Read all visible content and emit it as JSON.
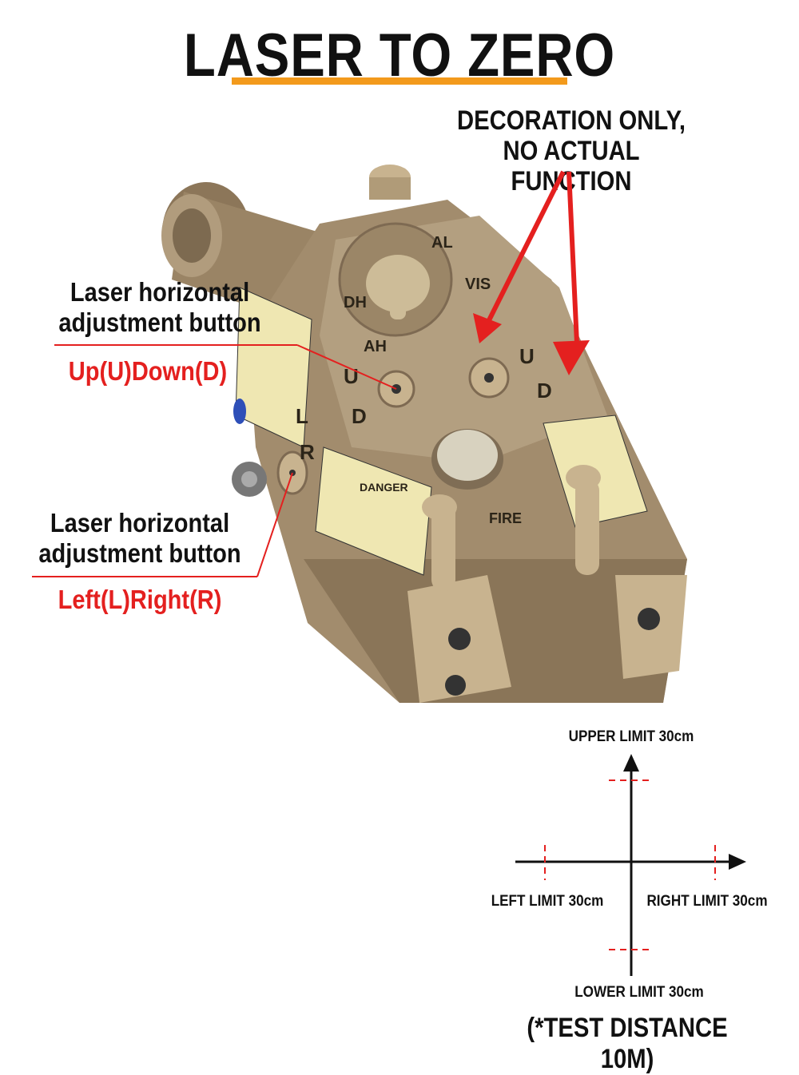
{
  "title": "LASER TO ZERO",
  "decoration": {
    "line1": "DECORATION ONLY,",
    "line2": "NO ACTUAL FUNCTION"
  },
  "vertical_button": {
    "line1": "Laser horizontal",
    "line2": "adjustment button",
    "direction": "Up(U)Down(D)"
  },
  "horizontal_button": {
    "line1": "Laser horizontal",
    "line2": "adjustment button",
    "direction": "Left(L)Right(R)"
  },
  "device_markings": {
    "up": "U",
    "down": "D",
    "left": "L",
    "right": "R",
    "fire": "FIRE",
    "danger": "DANGER",
    "ah": "AH",
    "al": "AL",
    "vis": "VIS",
    "dh": "DH"
  },
  "diagram": {
    "upper": "UPPER LIMIT 30cm",
    "left": "LEFT LIMIT 30cm",
    "right": "RIGHT LIMIT 30cm",
    "lower": "LOWER LIMIT 30cm",
    "test_distance": "(*TEST DISTANCE 10M)"
  },
  "colors": {
    "accent_orange": "#f39a1c",
    "red": "#e4201f",
    "device_tan": "#a08a6c",
    "device_dark": "#7e6a52",
    "label_yellow": "#efe7b2"
  }
}
